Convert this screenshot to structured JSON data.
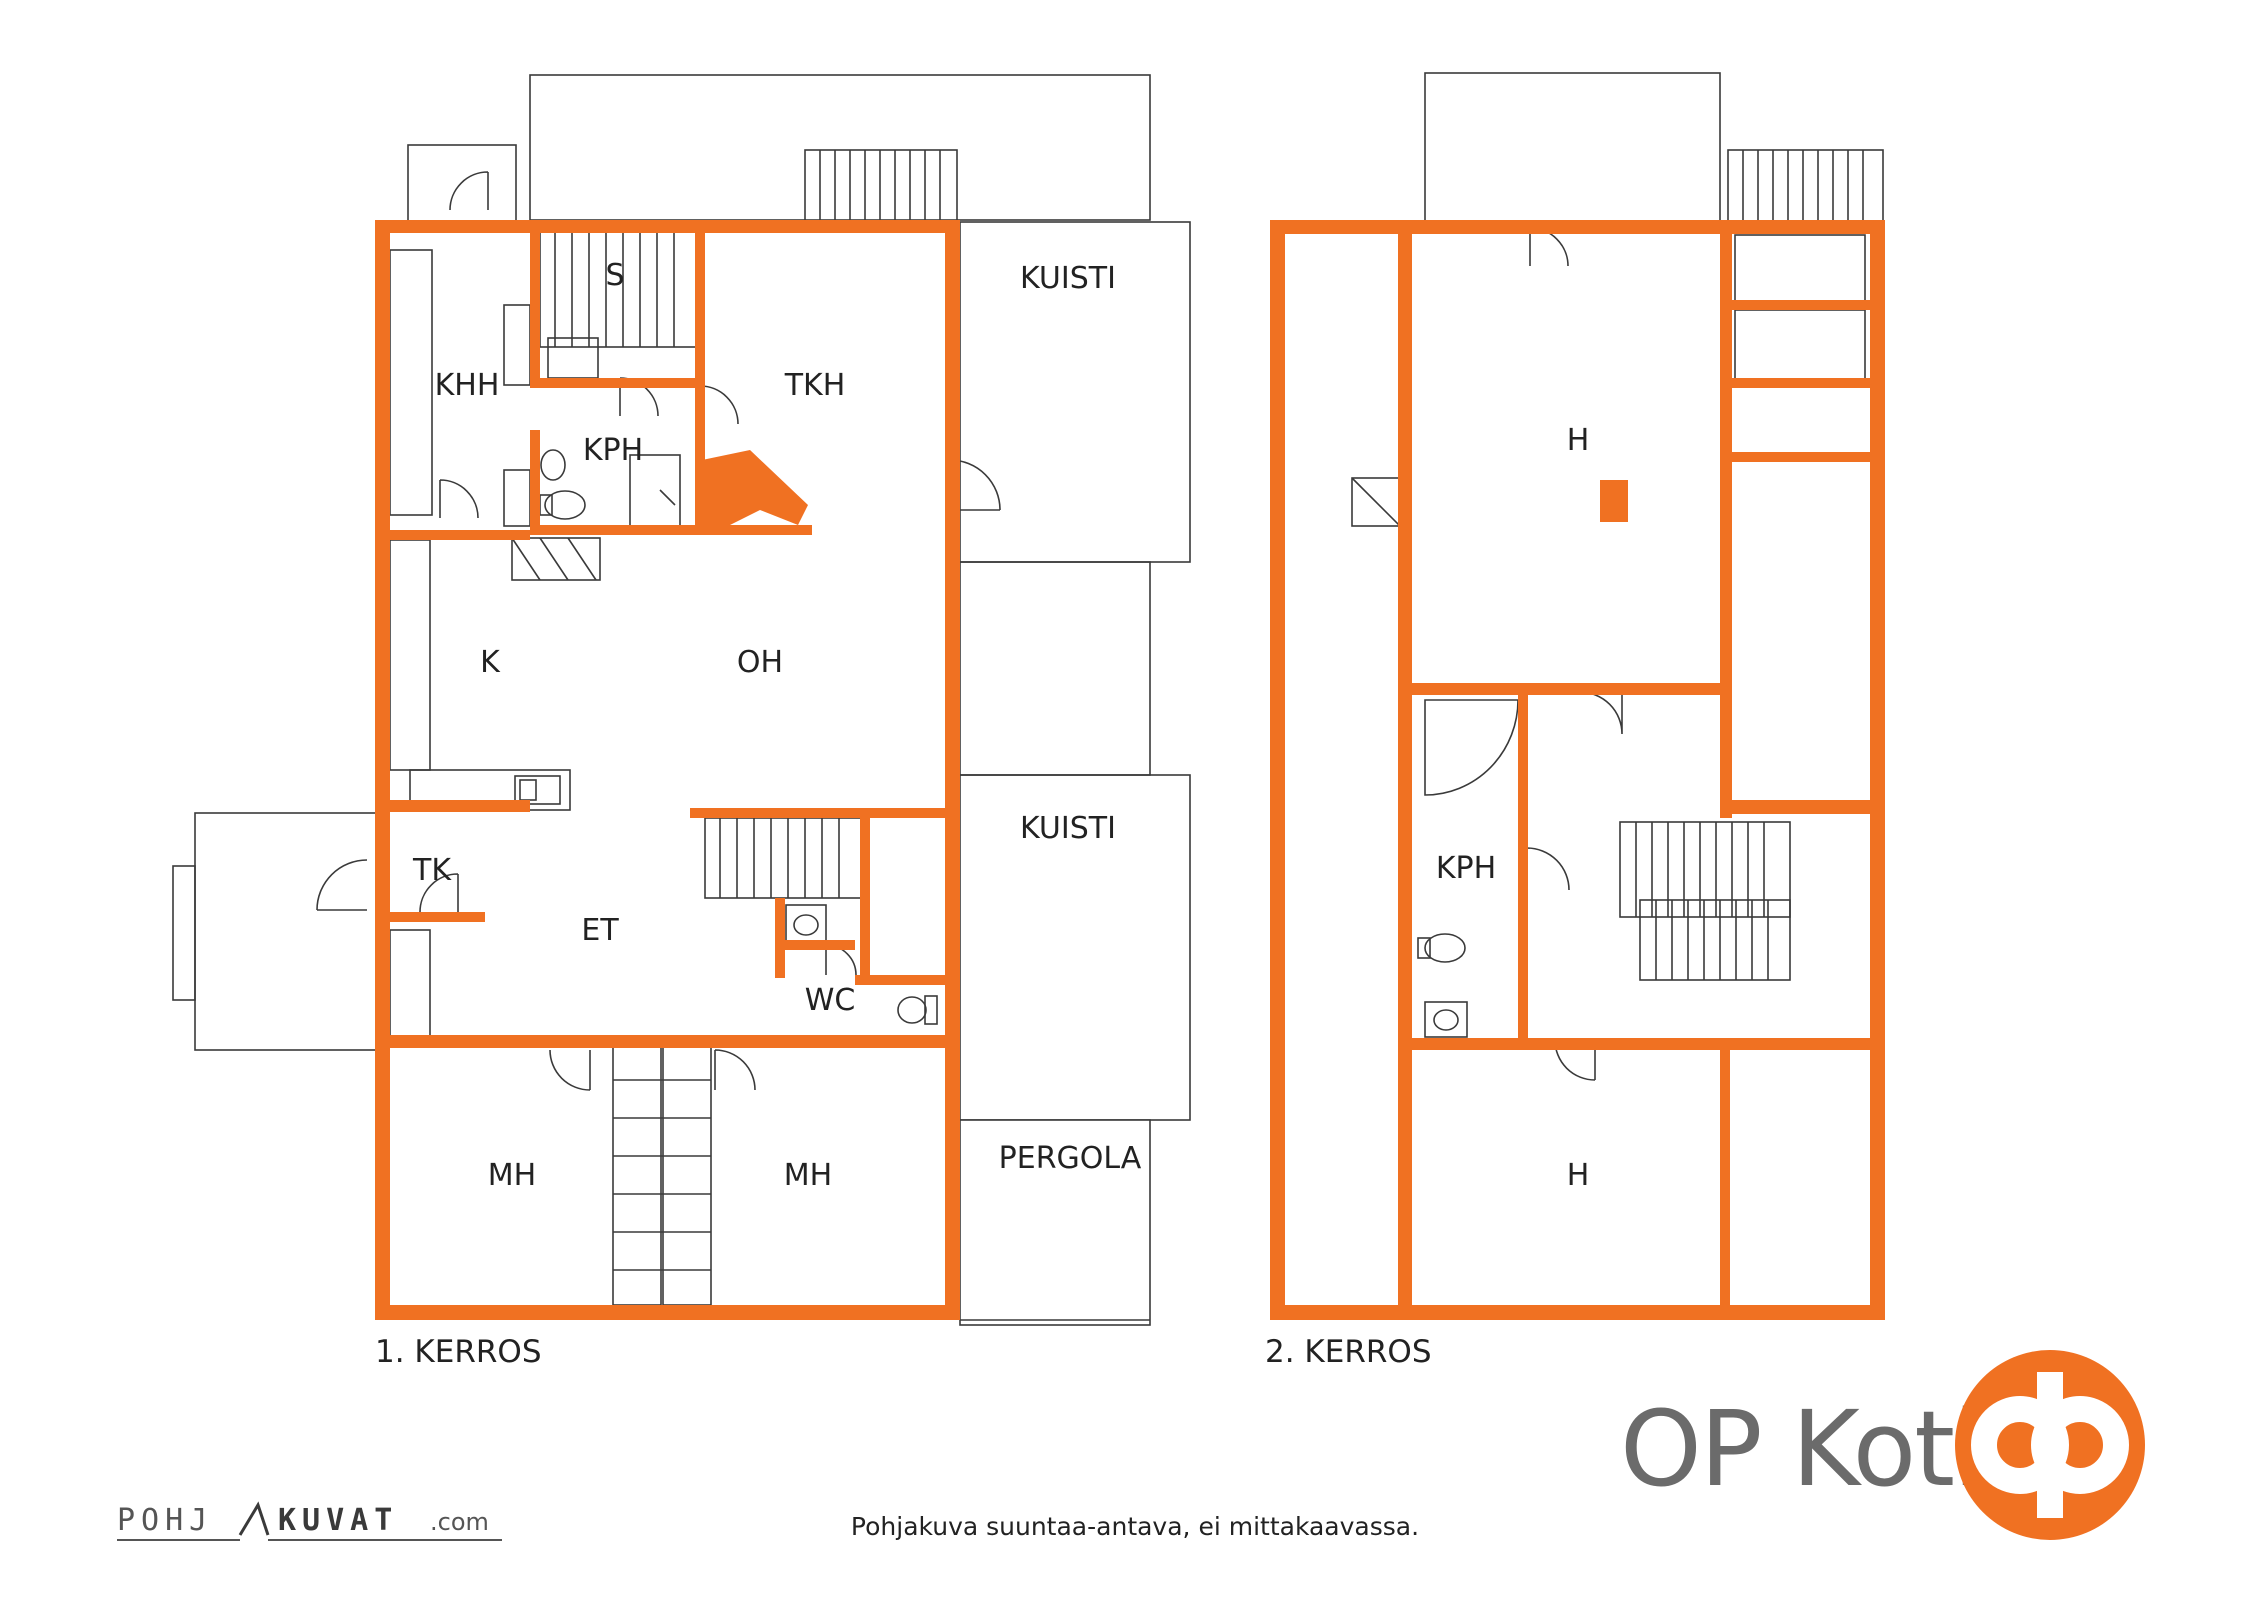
{
  "floor1": {
    "caption": "1. KERROS",
    "rooms": {
      "s": "S",
      "khh": "KHH",
      "kph": "KPH",
      "tkh": "TKH",
      "k": "K",
      "oh": "OH",
      "tk": "TK",
      "et": "ET",
      "wc": "WC",
      "mh_left": "MH",
      "mh_right": "MH",
      "kuisti_top": "KUISTI",
      "kuisti_bottom": "KUISTI",
      "pergola": "PERGOLA"
    }
  },
  "floor2": {
    "caption": "2. KERROS",
    "rooms": {
      "h_top": "H",
      "kph": "KPH",
      "h_bottom": "H"
    }
  },
  "disclaimer": "Pohjakuva suuntaa-antava, ei mittakaavassa.",
  "branding": {
    "op_koti": "OP Koti",
    "pohjakuvat_left": "POHJ",
    "pohjakuvat_right": "KUVAT",
    "pohjakuvat_suffix": ".com"
  },
  "colors": {
    "wall": "#f07122",
    "lines": "#3a3a3a",
    "brand_text": "#6b6b6b",
    "logo": "#f07122"
  },
  "icons": [
    "op-logo-icon",
    "door-swing-icon",
    "stair-icon",
    "toilet-icon",
    "sink-icon",
    "shower-icon",
    "fireplace-icon"
  ]
}
